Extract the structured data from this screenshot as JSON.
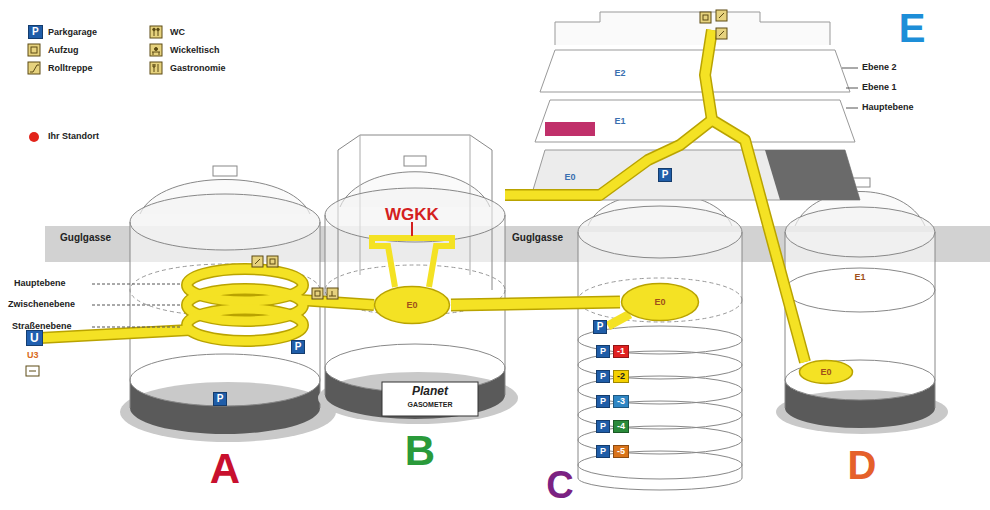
{
  "diagram": {
    "nodes": [
      {
        "text": [
          "E0"
        ]
      },
      {
        "text": [
          "E0"
        ]
      },
      {
        "text": [
          "E0"
        ]
      }
    ],
    "edges": [
      {
        "from": 0,
        "to": 1,
        "arrow": "none"
      }
    ],
    "labels": [
      "Guglgasse",
      "Guglgasse",
      "Hauptebene",
      "Zwischenebene",
      "Straßenebene",
      "Ebene 2",
      "Ebene 1",
      "Hauptebene",
      "A",
      "B",
      "C",
      "D",
      "E",
      "U",
      "U3",
      "WGKK",
      "Planet",
      "GASOMETER",
      "P",
      "P",
      "P",
      "P",
      "P",
      "P",
      "P",
      "P",
      "P",
      "P",
      "-1",
      "-2",
      "-3",
      "-4",
      "-5",
      "E1",
      "E2",
      "E1",
      "E0"
    ],
    "legend": [
      {
        "text": "Parkgarage"
      },
      {
        "text": "Aufzug"
      },
      {
        "text": "Rolltreppe"
      },
      {
        "text": "WC"
      },
      {
        "text": "Wickeltisch"
      },
      {
        "text": "Gastronomie"
      },
      {
        "text": "Ihr Standort",
        "color": "#e2231a"
      }
    ]
  }
}
